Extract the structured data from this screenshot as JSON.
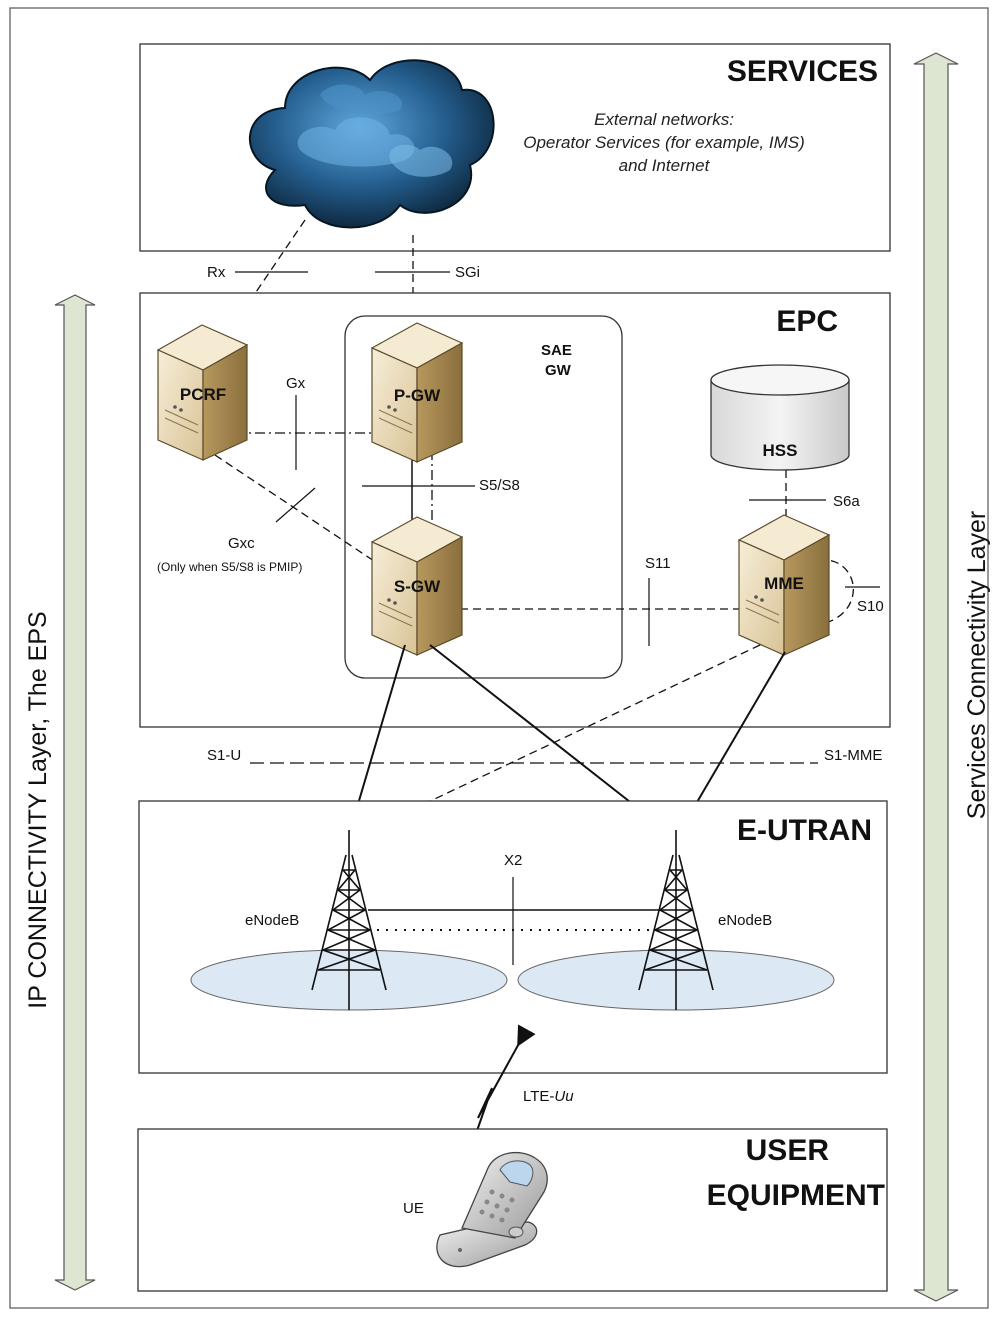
{
  "sections": {
    "services": "SERVICES",
    "epc": "EPC",
    "eutran": "E-UTRAN",
    "user_equipment_line1": "USER",
    "user_equipment_line2": "EQUIPMENT"
  },
  "external_networks": {
    "line1": "External networks:",
    "line2": "Operator Services (for example, IMS)",
    "line3": "and Internet"
  },
  "nodes": {
    "pcrf": "PCRF",
    "pgw": "P-GW",
    "sgw": "S-GW",
    "mme": "MME",
    "hss": "HSS",
    "sae_gw_line1": "SAE",
    "sae_gw_line2": "GW",
    "enodeb_left": "eNodeB",
    "enodeb_right": "eNodeB",
    "ue": "UE"
  },
  "interfaces": {
    "rx": "Rx",
    "sgi": "SGi",
    "gx": "Gx",
    "gxc": "Gxc",
    "gxc_note": "(Only when S5/S8 is PMIP)",
    "s5s8": "S5/S8",
    "s6a": "S6a",
    "s11": "S11",
    "s10": "S10",
    "s1u": "S1-U",
    "s1mme": "S1-MME",
    "x2": "X2",
    "lte_uu_prefix": "LTE-",
    "lte_uu_suffix": "Uu"
  },
  "side_labels": {
    "left": "IP CONNECTIVITY Layer, The EPS",
    "right": "Services Connectivity Layer"
  },
  "colors": {
    "arrow_fill": "#dde6d0",
    "server_face": "#efe2c4",
    "server_side": "#c9b07e",
    "hss_fill": "#e4e4e4",
    "cloud_dark": "#0d2a40",
    "cloud_light": "#4a8fc4",
    "cell_fill": "#dde8f5"
  }
}
